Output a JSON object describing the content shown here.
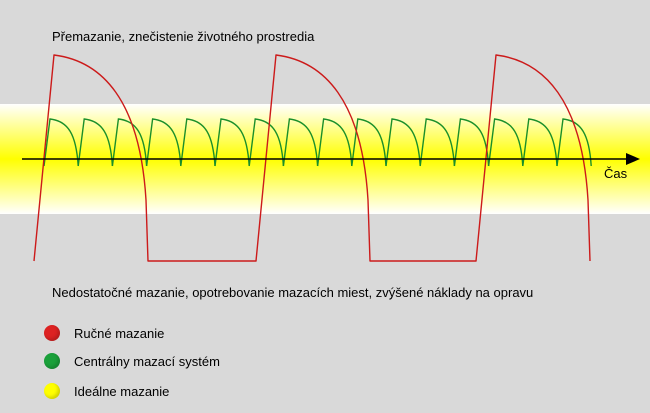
{
  "labels": {
    "over": "Přemazanie, znečistenie životného prostredia",
    "under": "Nedostatočné mazanie, opotrebovanie mazacích miest, zvýšené náklady na opravu",
    "axis": "Čas"
  },
  "legend": [
    {
      "label": "Ručné mazanie",
      "color": "#dd2222"
    },
    {
      "label": "Centrálny mazací systém",
      "color": "#1aa03a"
    },
    {
      "label": "Ideálne mazanie",
      "color": "#ffff00"
    }
  ],
  "colors": {
    "background": "#d9d9d9",
    "band_core": "#ffff00",
    "band_edge": "#ffffff",
    "manual_curve": "#cc1a1a",
    "central_curve": "#1a8f2a",
    "axis": "#000000"
  },
  "icons": {
    "axis_arrow": "arrow-right-icon"
  }
}
